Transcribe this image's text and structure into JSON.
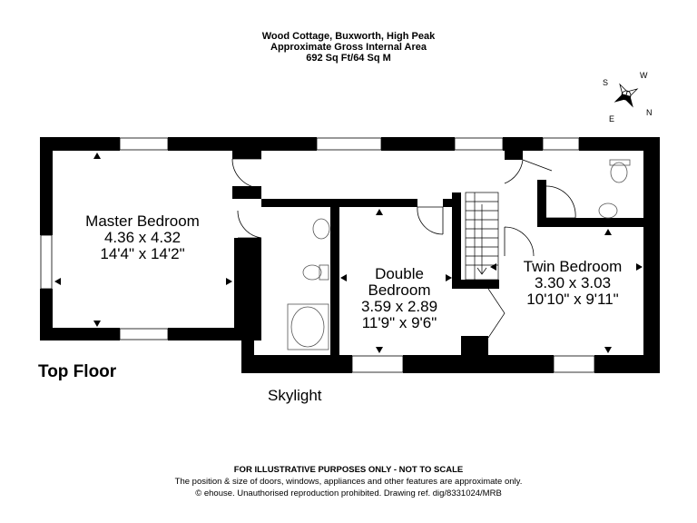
{
  "header": {
    "line1": "Wood Cottage, Buxworth, High Peak",
    "line2": "Approximate Gross Internal Area",
    "line3": "692 Sq Ft/64 Sq M"
  },
  "compass": {
    "n": "N",
    "e": "E",
    "s": "S",
    "w": "W"
  },
  "floor_label": "Top Floor",
  "skylight_label": "Skylight",
  "rooms": {
    "master": {
      "name": "Master Bedroom",
      "metric": "4.36 x 4.32",
      "imperial": "14'4\" x 14'2\""
    },
    "double": {
      "name1": "Double",
      "name2": "Bedroom",
      "metric": "3.59 x 2.89",
      "imperial": "11'9\" x 9'6\""
    },
    "twin": {
      "name": "Twin Bedroom",
      "metric": "3.30 x 3.03",
      "imperial": "10'10\" x 9'11\""
    }
  },
  "footer": {
    "line1": "FOR ILLUSTRATIVE PURPOSES ONLY - NOT TO SCALE",
    "line2": "The position & size of doors, windows, appliances and other features are approximate only.",
    "line3": "© ehouse. Unauthorised reproduction prohibited. Drawing ref. dig/8331024/MRB"
  },
  "colors": {
    "wall": "#000000",
    "background": "#ffffff",
    "fixture": "#555555"
  }
}
